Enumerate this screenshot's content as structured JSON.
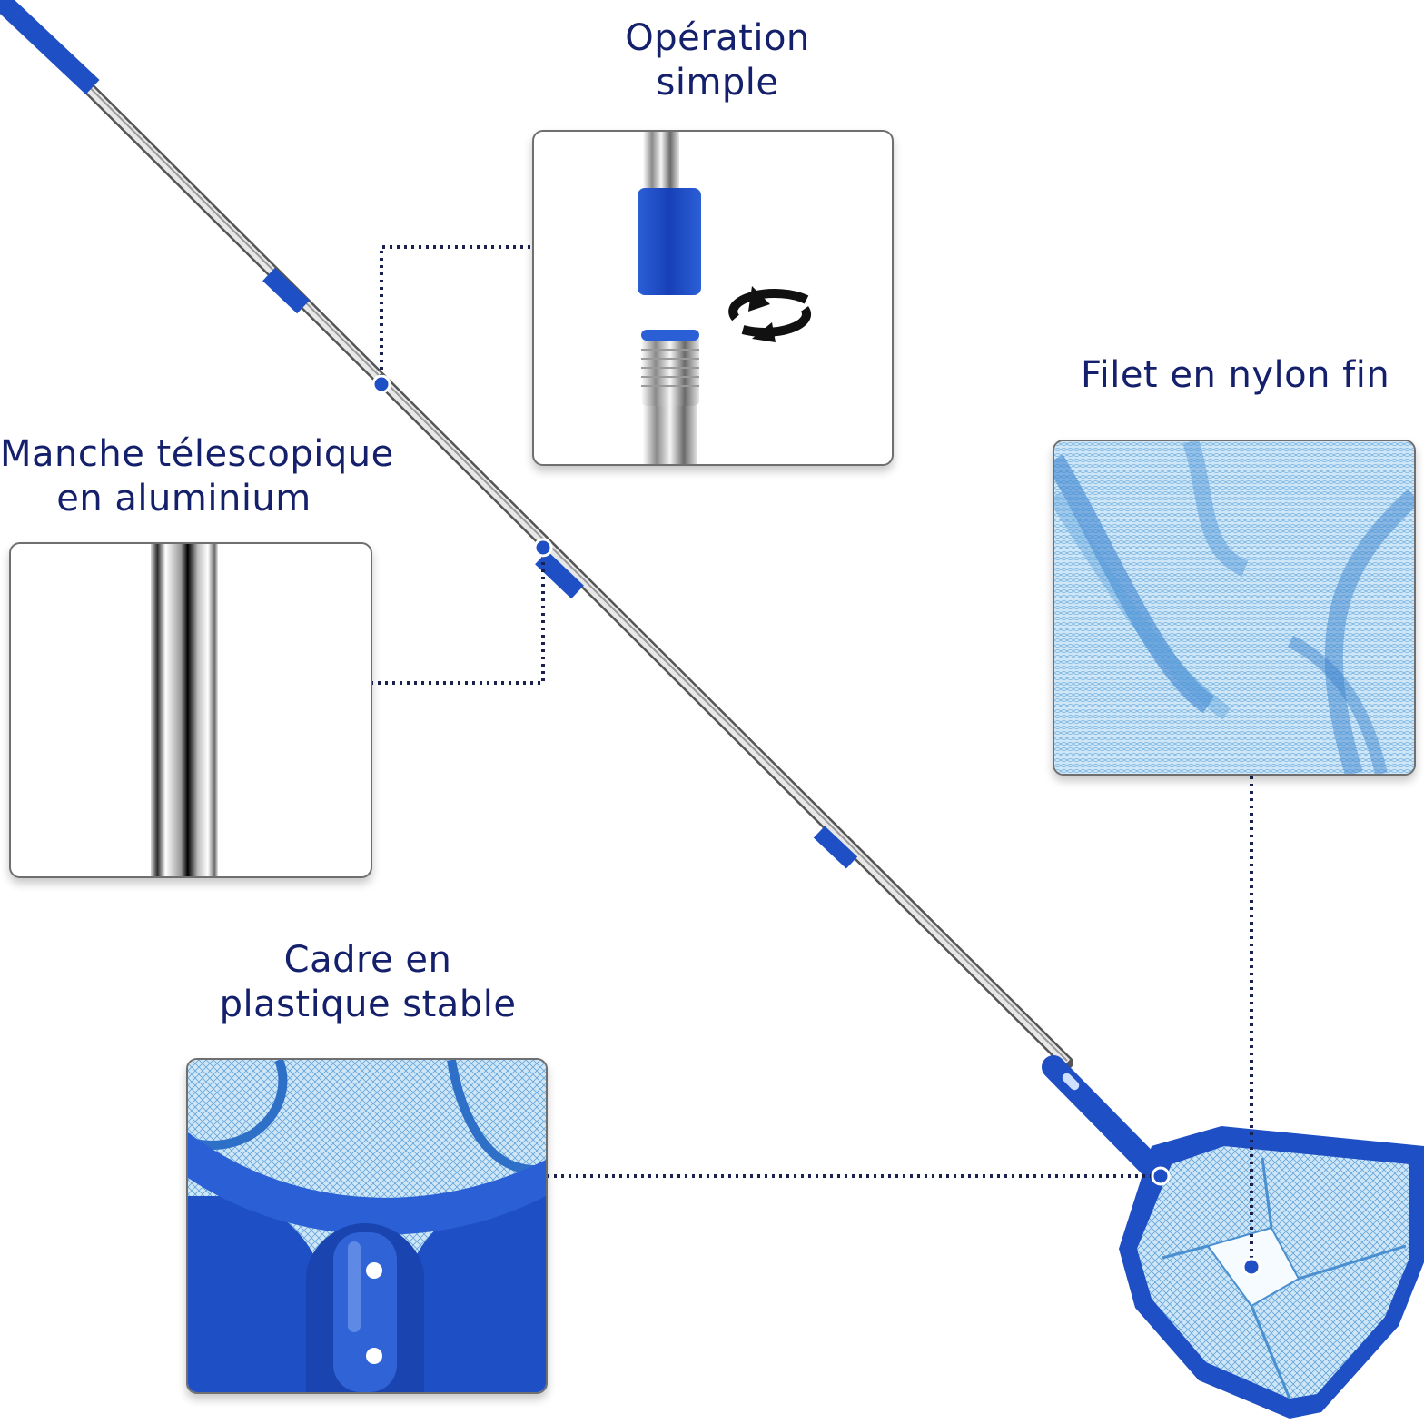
{
  "labels": {
    "operation": {
      "line1": "Opération",
      "line2": "simple"
    },
    "handle": {
      "line1": "Manche télescopique",
      "line2": "en aluminium"
    },
    "net": {
      "line1": "Filet en nylon fin"
    },
    "frame": {
      "line1": "Cadre en",
      "line2": "plastique stable"
    }
  },
  "colors": {
    "text": "#14206b",
    "accent_blue": "#1f4fc4",
    "net_blue": "#62a9dd",
    "dotted_line": "#1a2050"
  },
  "icons": {
    "rotate": "rotate-arrows-icon"
  }
}
